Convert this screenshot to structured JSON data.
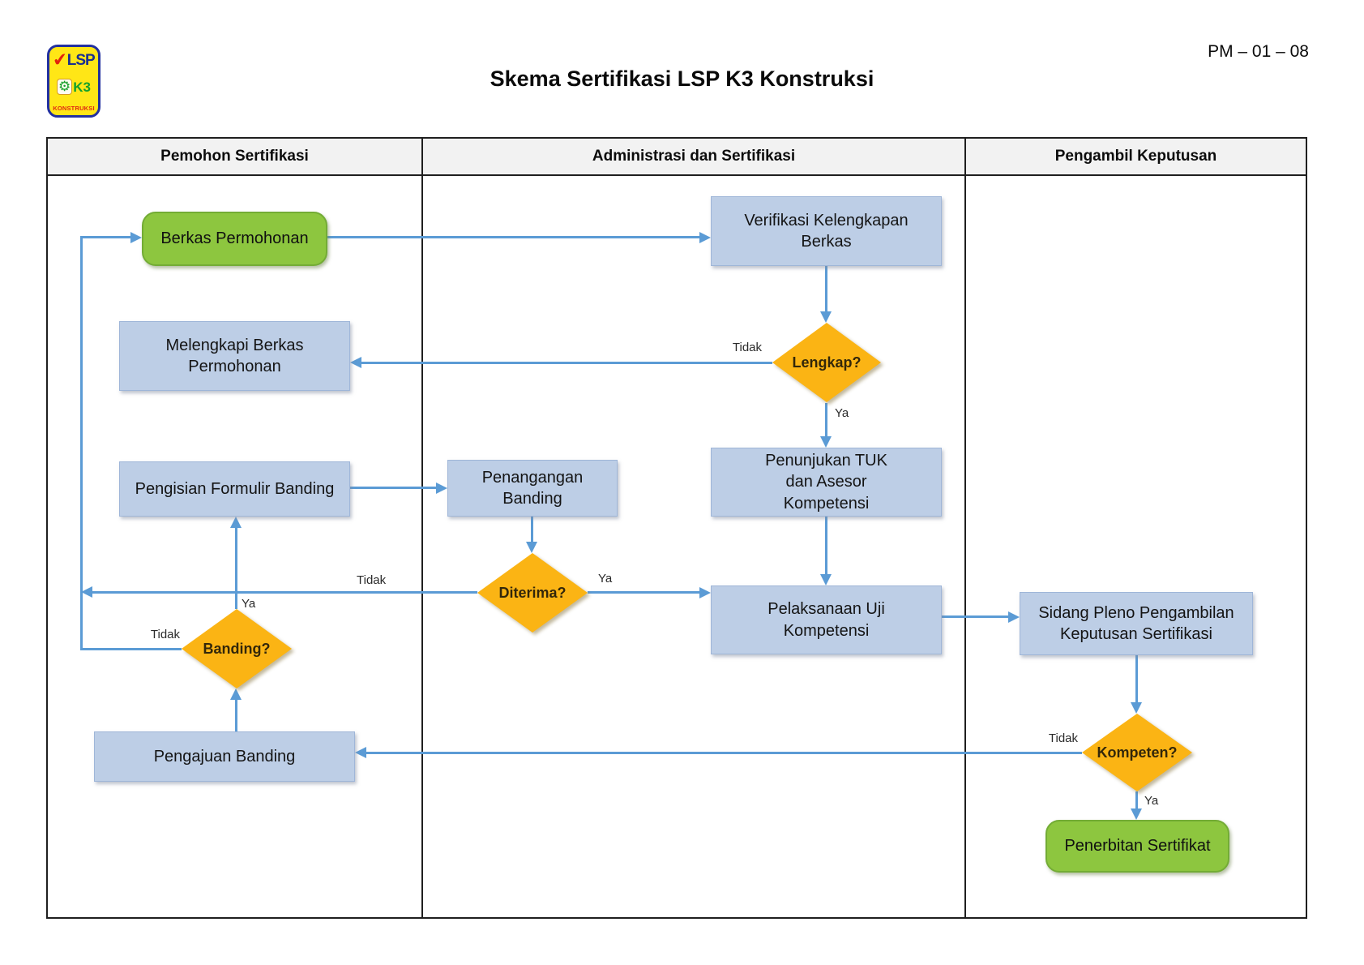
{
  "page": {
    "doc_code": "PM – 01 – 08",
    "title": "Skema Sertifikasi LSP K3 Konstruksi"
  },
  "logo": {
    "text_top": "LSP",
    "text_mid": "K3",
    "text_bottom": "KONSTRUKSI"
  },
  "lanes": [
    {
      "label": "Pemohon Sertifikasi"
    },
    {
      "label": "Administrasi dan Sertifikasi"
    },
    {
      "label": "Pengambil Keputusan"
    }
  ],
  "nodes": {
    "berkas": {
      "label": "Berkas Permohonan",
      "type": "terminator"
    },
    "verifikasi": {
      "label": "Verifikasi Kelengkapan Berkas",
      "type": "process"
    },
    "lengkap": {
      "label": "Lengkap?",
      "type": "decision"
    },
    "melengkapi": {
      "label": "Melengkapi Berkas Permohonan",
      "type": "process"
    },
    "penunjukan": {
      "label": "Penunjukan TUK dan Asesor Kompetensi",
      "type": "process"
    },
    "pengisian": {
      "label": "Pengisian Formulir Banding",
      "type": "process"
    },
    "penangangan": {
      "label": "Penangangan Banding",
      "type": "process"
    },
    "diterima": {
      "label": "Diterima?",
      "type": "decision"
    },
    "banding": {
      "label": "Banding?",
      "type": "decision"
    },
    "pengajuan": {
      "label": "Pengajuan Banding",
      "type": "process"
    },
    "pelaksanaan": {
      "label": "Pelaksanaan Uji Kompetensi",
      "type": "process"
    },
    "sidang": {
      "label": "Sidang Pleno Pengambilan Keputusan Sertifikasi",
      "type": "process"
    },
    "kompeten": {
      "label": "Kompeten?",
      "type": "decision"
    },
    "penerbitan": {
      "label": "Penerbitan Sertifikat",
      "type": "terminator"
    }
  },
  "edges": {
    "lengkap_tidak": "Tidak",
    "lengkap_ya": "Ya",
    "diterima_tidak": "Tidak",
    "diterima_ya": "Ya",
    "banding_tidak": "Tidak",
    "banding_ya": "Ya",
    "kompeten_tidak": "Tidak",
    "kompeten_ya": "Ya"
  },
  "colors": {
    "arrow": "#5b9bd5",
    "process_fill": "#bdcee6",
    "process_border": "#9fb6d8",
    "decision_fill": "#fbb414",
    "terminal_fill": "#8dc63f",
    "terminal_border": "#73ac35",
    "header_fill": "#f2f2f2",
    "table_border": "#1f1f1f"
  }
}
